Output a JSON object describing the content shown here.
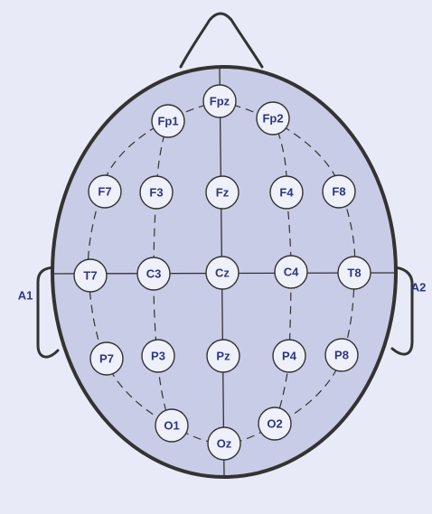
{
  "colors": {
    "background": "#E8EAF7",
    "head_fill": "#C9CCE6",
    "outline": "#333333",
    "electrode_fill": "#EEF0FA",
    "label": "#2F3580"
  },
  "electrodes": {
    "Fpz": "Fpz",
    "Fp1": "Fp1",
    "Fp2": "Fp2",
    "F7": "F7",
    "F3": "F3",
    "Fz": "Fz",
    "F4": "F4",
    "F8": "F8",
    "T7": "T7",
    "C3": "C3",
    "Cz": "Cz",
    "C4": "C4",
    "T8": "T8",
    "P7": "P7",
    "P3": "P3",
    "Pz": "Pz",
    "P4": "P4",
    "P8": "P8",
    "O1": "O1",
    "Oz": "Oz",
    "O2": "O2"
  },
  "ears": {
    "left": "A1",
    "right": "A2"
  }
}
